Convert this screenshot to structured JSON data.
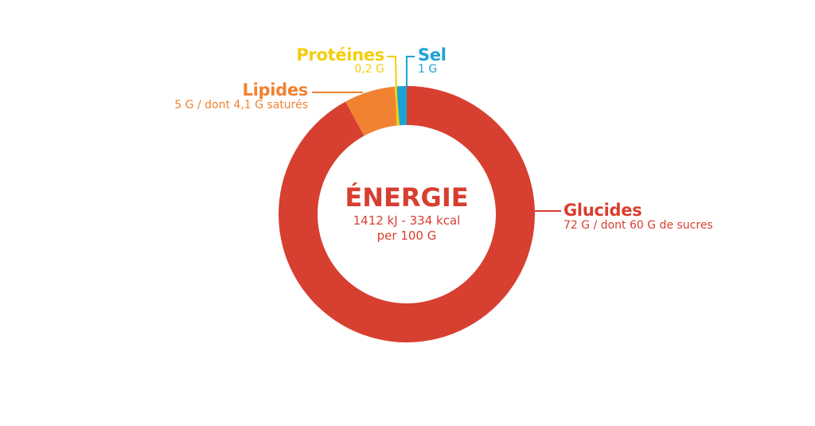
{
  "chart_data": {
    "type": "pie",
    "variant": "donut",
    "center_title": "ÉNERGIE",
    "center_line1": "1412 kJ - 334 kcal",
    "center_line2": "per 100 G",
    "slices": [
      {
        "name": "Glucides",
        "value": 72,
        "detail": "72 G / dont 60 G de sucres",
        "color": "#d73f30"
      },
      {
        "name": "Lipides",
        "value": 5,
        "detail": "5 G / dont 4,1 G saturés",
        "color": "#f08232"
      },
      {
        "name": "Protéines",
        "value": 0.2,
        "detail": "0,2 G",
        "color": "#f5cd0c"
      },
      {
        "name": "Sel",
        "value": 1,
        "detail": "1 G",
        "color": "#1ba3d5"
      }
    ]
  }
}
